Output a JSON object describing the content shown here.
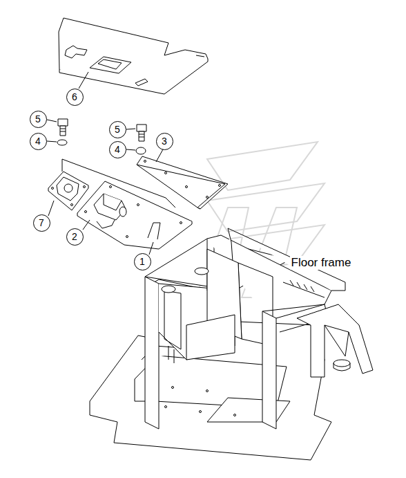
{
  "diagram": {
    "labels": [
      "6",
      "5",
      "4",
      "5",
      "4",
      "3",
      "7",
      "2",
      "1",
      "Floor frame"
    ]
  }
}
